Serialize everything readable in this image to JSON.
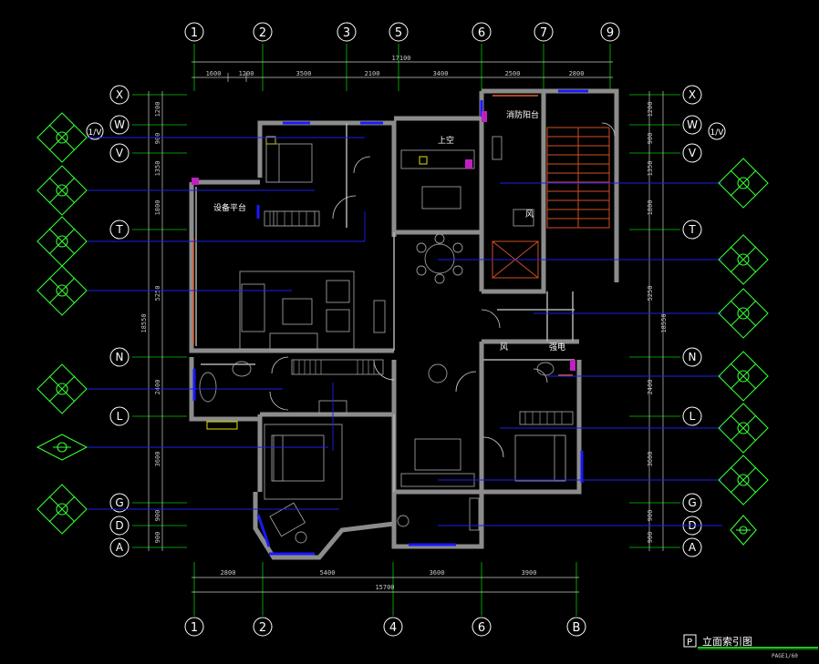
{
  "drawing": {
    "title_tag": "P",
    "title": "立面索引图",
    "subtitle": "PAGE1/60"
  },
  "axes_top": [
    "1",
    "2",
    "3",
    "5",
    "6",
    "7",
    "9"
  ],
  "axes_bottom": [
    "1",
    "2",
    "4",
    "6",
    "B"
  ],
  "axes_rows": [
    "X",
    "W",
    "V",
    "T",
    "N",
    "L",
    "G",
    "D",
    "A"
  ],
  "axis_w_note": "1/V",
  "dims_top": {
    "total": "17100",
    "segments": [
      "1600",
      "1200",
      "3500",
      "2100",
      "3400",
      "2500",
      "2800"
    ]
  },
  "dims_bottom": {
    "total": "15700",
    "segments": [
      "2800",
      "5400",
      "3600",
      "3900"
    ]
  },
  "dims_left": {
    "total": "18550",
    "segments": [
      "1200",
      "900",
      "1350",
      "1800",
      "5250",
      "2400",
      "3600",
      "900",
      "900"
    ]
  },
  "dims_right": {
    "total": "18550",
    "segments": [
      "1200",
      "900",
      "1350",
      "1800",
      "5250",
      "2400",
      "3600",
      "900",
      "900"
    ]
  },
  "room_labels": {
    "equipment_platform": "设备平台",
    "fire_balcony": "消防阳台",
    "void": "上空",
    "wind": "风",
    "strong_elec": "强电",
    "extinguisher": "风"
  },
  "colors": {
    "background": "#000000",
    "wall": "#8c8c8c",
    "axis_line": "#00c800",
    "dimension": "#c8c8c8",
    "leader": "#1e1ef0",
    "index_symbol": "#33ff33",
    "window": "#1a1aff",
    "door": "#d0d0d0",
    "stair": "#e05a20"
  }
}
